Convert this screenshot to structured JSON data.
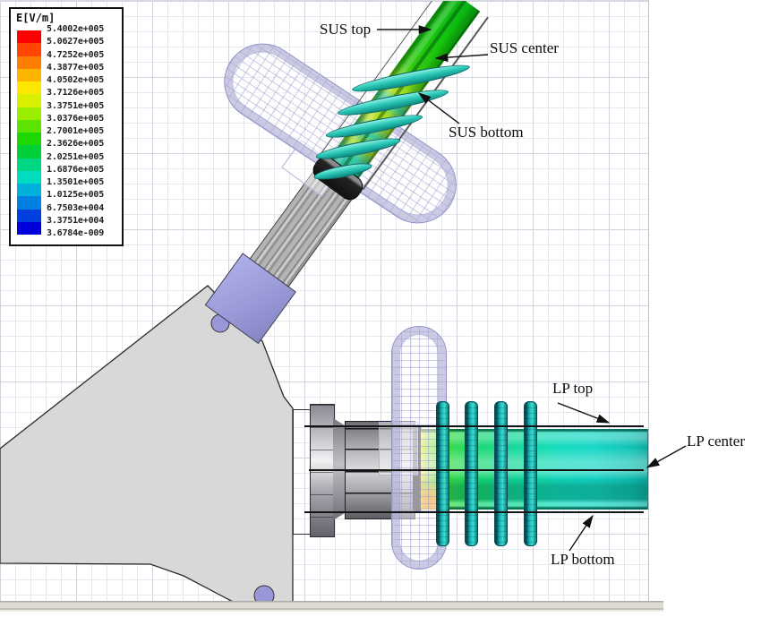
{
  "legend": {
    "title": "E[V/m]",
    "values": [
      "5.4002e+005",
      "5.0627e+005",
      "4.7252e+005",
      "4.3877e+005",
      "4.0502e+005",
      "3.7126e+005",
      "3.3751e+005",
      "3.0376e+005",
      "2.7001e+005",
      "2.3626e+005",
      "2.0251e+005",
      "1.6876e+005",
      "1.3501e+005",
      "1.0125e+005",
      "6.7503e+004",
      "3.3751e+004",
      "3.6784e-009"
    ],
    "colors": [
      "#ff0000",
      "#ff4500",
      "#ff7d00",
      "#ffb400",
      "#ffe800",
      "#d8f000",
      "#9cee00",
      "#5ce300",
      "#1ed600",
      "#00d038",
      "#00d684",
      "#00dcc0",
      "#00b0dc",
      "#0080e0",
      "#0040e0",
      "#0000dc"
    ]
  },
  "labels": {
    "sus_top": "SUS top",
    "sus_center": "SUS center",
    "sus_bottom": "SUS bottom",
    "lp_top": "LP top",
    "lp_center": "LP center",
    "lp_bottom": "LP bottom"
  }
}
